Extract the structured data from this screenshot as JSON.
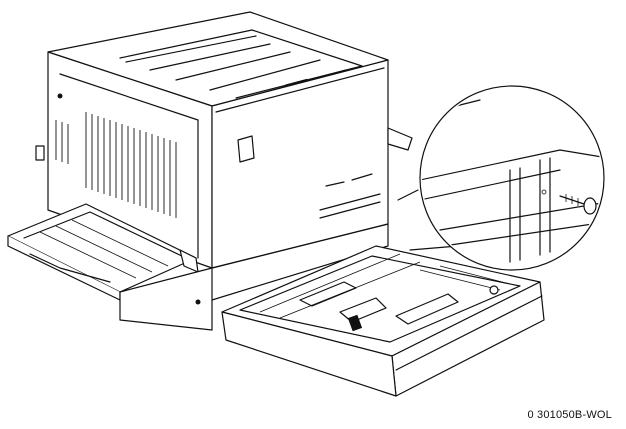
{
  "figure": {
    "code": "0 301050B-WOL"
  },
  "icons": {
    "printer": "printer-illustration",
    "tray": "paper-tray-illustration",
    "screw": "thumb-screw-icon"
  }
}
